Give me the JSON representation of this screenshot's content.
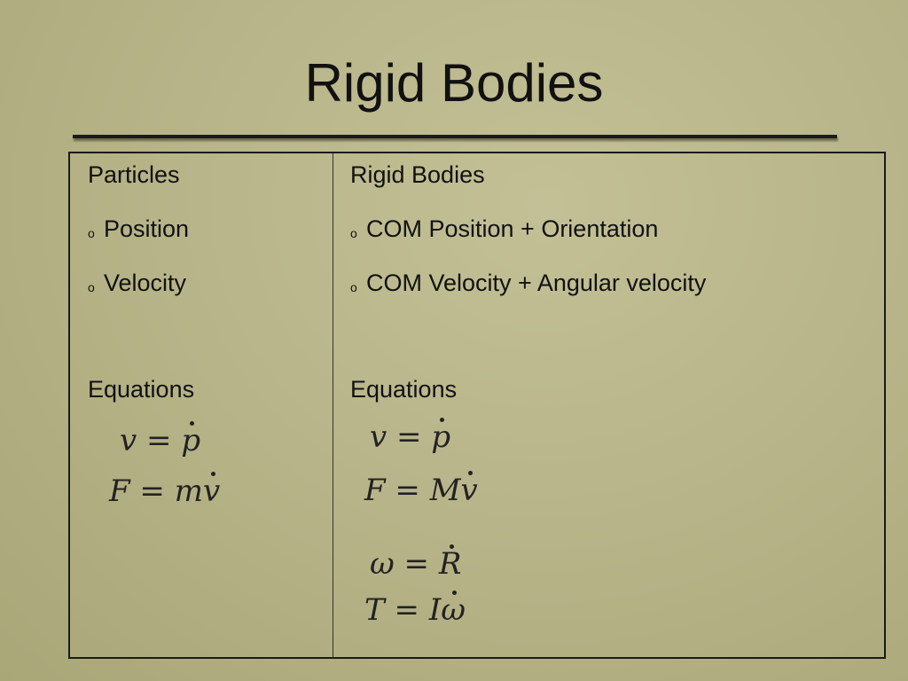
{
  "slide": {
    "title": "Rigid Bodies"
  },
  "table": {
    "left": {
      "heading": "Particles",
      "bullets": [
        "Position",
        "Velocity"
      ],
      "equations_label": "Equations",
      "equations": [
        {
          "lhs": "v",
          "op": "=",
          "rhs": "p",
          "rhs_prefix": ""
        },
        {
          "lhs": "F",
          "op": "=",
          "rhs": "v",
          "rhs_prefix": "m"
        }
      ]
    },
    "right": {
      "heading": "Rigid Bodies",
      "bullets": [
        "COM Position + Orientation",
        "COM Velocity + Angular velocity"
      ],
      "equations_label": "Equations",
      "equations": [
        {
          "lhs": "v",
          "op": "=",
          "rhs": "p",
          "rhs_prefix": ""
        },
        {
          "lhs": "F",
          "op": "=",
          "rhs": "v",
          "rhs_prefix": "M"
        },
        {
          "lhs": "ω",
          "op": "=",
          "rhs": "R",
          "rhs_prefix": ""
        },
        {
          "lhs": "T",
          "op": "=",
          "rhs": "ω",
          "rhs_prefix": "I"
        }
      ]
    },
    "bullet_glyph": "o"
  }
}
